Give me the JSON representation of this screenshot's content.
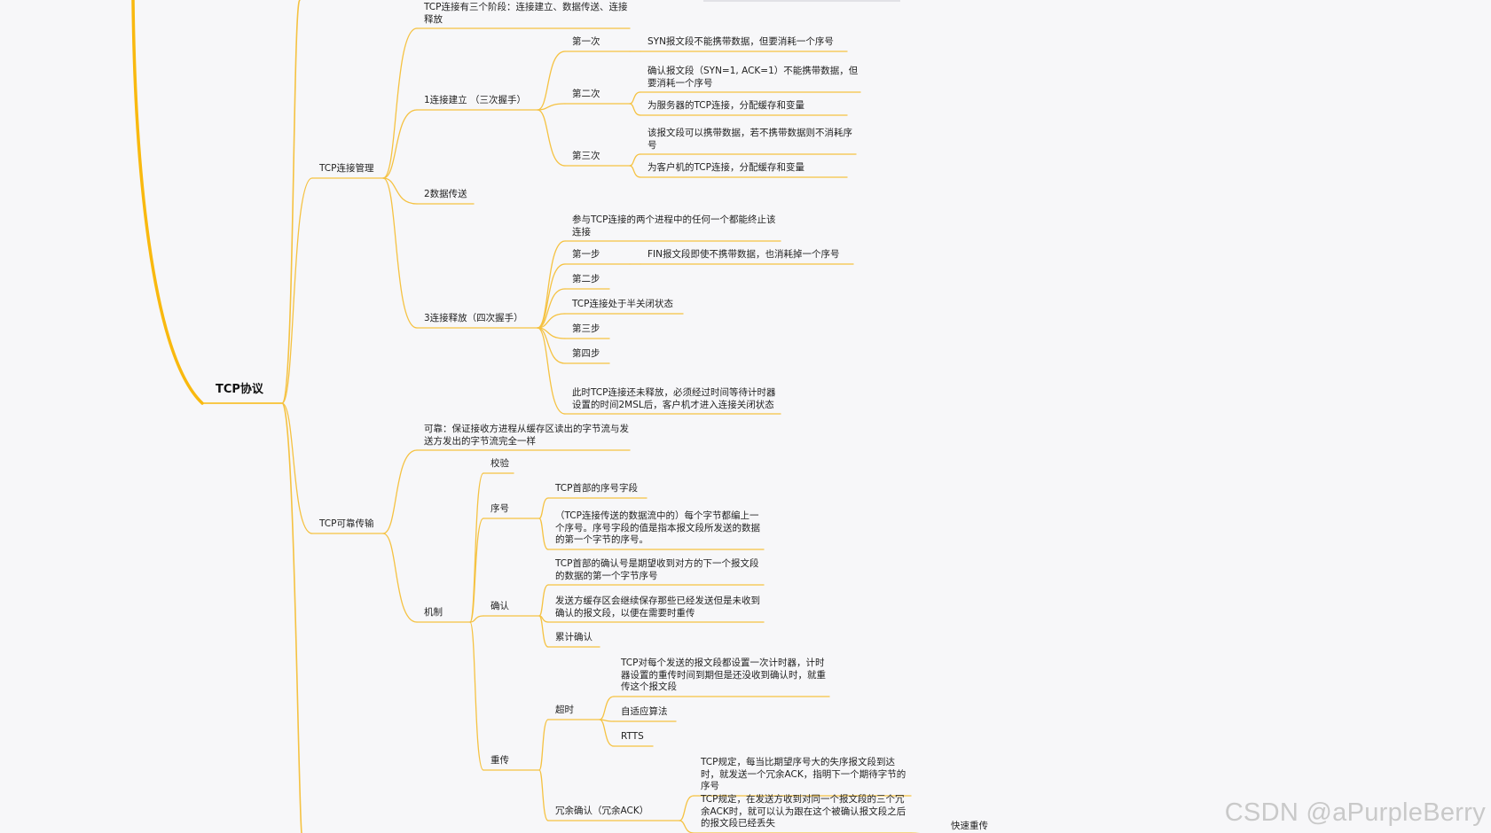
{
  "mindmap": {
    "root": "TCP协议",
    "branch_color": "#f5c242",
    "root_color": "#f9b90f",
    "nodes": {
      "intro": "TCP连接有三个阶段：连接建立、数据传送、连接释放",
      "conn_mgmt": "TCP连接管理",
      "establish": "1连接建立 （三次握手）",
      "first": "第一次",
      "first_d": "SYN报文段不能携带数据，但要消耗一个序号",
      "second": "第二次",
      "second_d1": "确认报文段（SYN=1, ACK=1）不能携带数据，但要消耗一个序号",
      "second_d2": "为服务器的TCP连接，分配缓存和变量",
      "third": "第三次",
      "third_d1": "该报文段可以携带数据，若不携带数据则不消耗序号",
      "third_d2": "为客户机的TCP连接，分配缓存和变量",
      "transfer": "2数据传送",
      "release": "3连接释放（四次握手）",
      "rel_n1": "参与TCP连接的两个进程中的任何一个都能终止该连接",
      "rel_step1": "第一步",
      "rel_step1_d": "FIN报文段即使不携带数据，也消耗掉一个序号",
      "rel_step2": "第二步",
      "rel_half": "TCP连接处于半关闭状态",
      "rel_step3": "第三步",
      "rel_step4": "第四步",
      "rel_end": "此时TCP连接还未释放，必须经过时间等待计时器设置的时间2MSL后，客户机才进入连接关闭状态",
      "reliable": "TCP可靠传输",
      "rel_def": "可靠：保证接收方进程从缓存区读出的字节流与发送方发出的字节流完全一样",
      "mechanism": "机制",
      "checksum": "校验",
      "seq": "序号",
      "seq_d1": "TCP首部的序号字段",
      "seq_d2": "（TCP连接传送的数据流中的）每个字节都编上一个序号。序号字段的值是指本报文段所发送的数据的第一个字节的序号。",
      "ack": "确认",
      "ack_d1": "TCP首部的确认号是期望收到对方的下一个报文段的数据的第一个字节序号",
      "ack_d2": "发送方缓存区会继续保存那些已经发送但是未收到确认的报文段，以便在需要时重传",
      "ack_d3": "累计确认",
      "retrans": "重传",
      "timeout": "超时",
      "timeout_d1": "TCP对每个发送的报文段都设置一次计时器，计时器设置的重传时间到期但是还没收到确认时，就重传这个报文段",
      "timeout_d2": "自适应算法",
      "timeout_d3": "RTTS",
      "dupack": "冗余确认（冗余ACK）",
      "dupack_d1": "TCP规定，每当比期望序号大的失序报文段到达时，就发送一个冗余ACK，指明下一个期待字节的序号",
      "dupack_d2": "TCP规定，在发送方收到对同一个报文段的三个冗余ACK时，就可以认为跟在这个被确认报文段之后的报文段已经丢失",
      "fast": "快速重传"
    }
  },
  "watermark": "CSDN @aPurpleBerry"
}
